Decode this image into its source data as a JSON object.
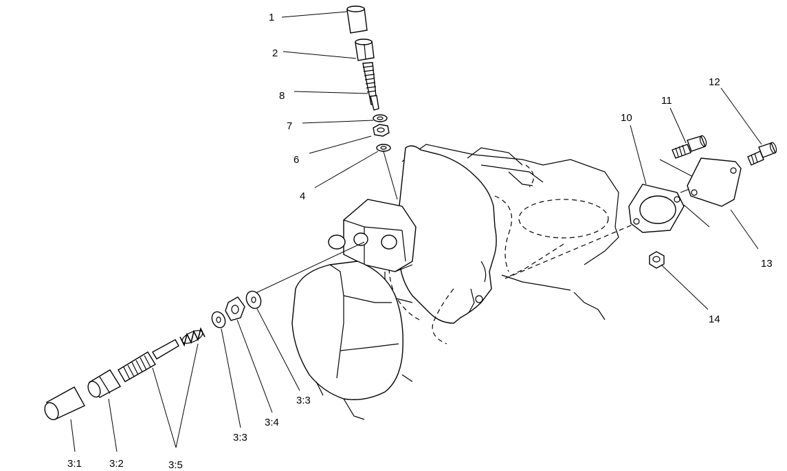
{
  "callouts": {
    "c1": "1",
    "c2": "2",
    "c8": "8",
    "c7": "7",
    "c6": "6",
    "c4": "4",
    "c10": "10",
    "c11": "11",
    "c12": "12",
    "c13": "13",
    "c14": "14",
    "c3_1": "3:1",
    "c3_2": "3:2",
    "c3_5": "3:5",
    "c3_3a": "3:3",
    "c3_4": "3:4",
    "c3_3b": "3:3"
  }
}
